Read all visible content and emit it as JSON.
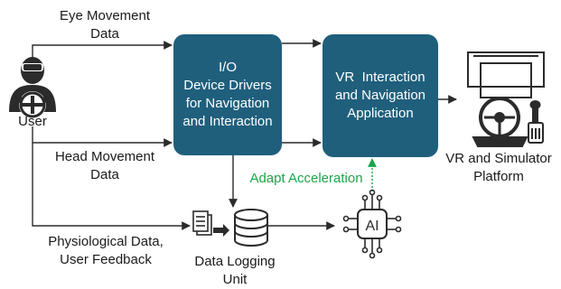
{
  "labels": {
    "eye_movement": [
      "Eye Movement",
      "Data"
    ],
    "head_movement": [
      "Head Movement",
      "Data"
    ],
    "physiological": [
      "Physiological Data,",
      "User Feedback"
    ],
    "user": "User",
    "adapt_acceleration": "Adapt Acceleration",
    "data_logging": [
      "Data Logging",
      "Unit"
    ],
    "platform": [
      "VR and Simulator",
      "Platform"
    ]
  },
  "boxes": {
    "io_drivers": [
      "I/O",
      "Device Drivers",
      "for Navigation",
      "and Interaction"
    ],
    "vr_application": [
      "VR  Interaction",
      "and Navigation",
      "Application"
    ]
  },
  "ai_chip_text": "AI",
  "colors": {
    "box_fill": "#1f5f7c",
    "box_text": "#ffffff",
    "arrow": "#2b2b2b",
    "adapt_arrow": "#1aa64a",
    "icon": "#2b2b2b"
  },
  "icons": [
    "user-vr-headset-icon",
    "document-transfer-icon",
    "database-icon",
    "ai-chip-icon",
    "driving-simulator-icon"
  ]
}
